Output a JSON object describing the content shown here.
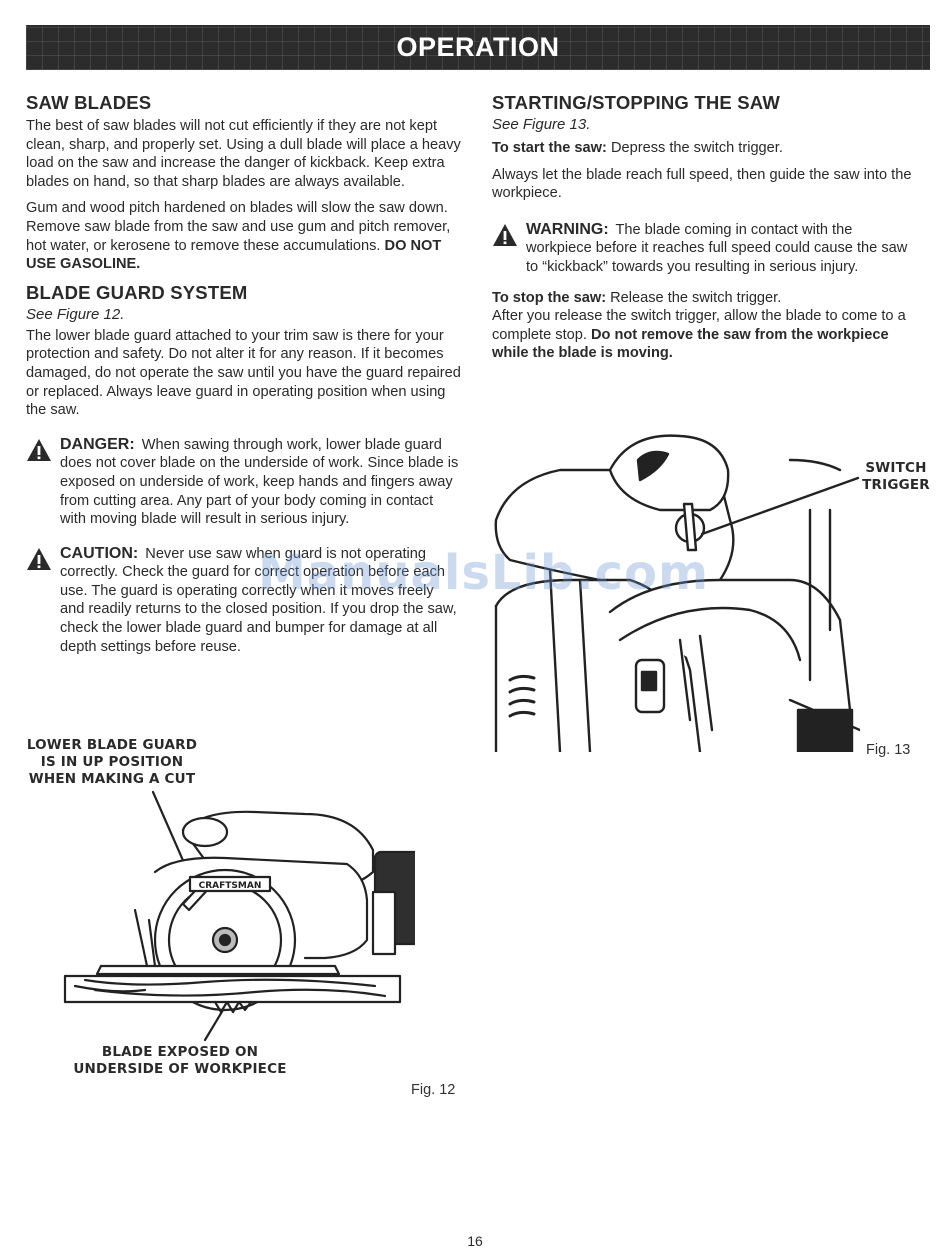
{
  "banner": {
    "title": "OPERATION"
  },
  "left": {
    "saw_blades": {
      "heading": "SAW BLADES",
      "p1": "The best of saw blades will not cut efficiently if they are not kept clean, sharp, and properly set. Using a dull blade will place a heavy load on the saw and increase the danger of kickback. Keep extra blades on hand, so that sharp blades are always available.",
      "p2_text": "Gum and wood pitch hardened on blades will slow the saw down. Remove saw blade from the saw and use gum and pitch remover, hot water, or kerosene to remove these accumulations. ",
      "p2_bold": "DO NOT USE GASOLINE."
    },
    "blade_guard": {
      "heading": "BLADE GUARD SYSTEM",
      "see": "See Figure 12.",
      "p1": "The lower blade guard attached to your trim saw is there for your protection and safety. Do not alter it for any reason. If it becomes damaged, do not operate the saw until you have the guard repaired or replaced. Always leave guard in operating position when using the saw.",
      "danger_head": "DANGER:",
      "danger_text": "When sawing through work, lower blade guard does not cover blade on the underside of work. Since blade is exposed on underside of work, keep hands and fingers away from cutting area. Any part of your body coming in contact with moving blade will result in serious injury.",
      "caution_head": "CAUTION:",
      "caution_text": "Never use saw when guard is not operating correctly. Check the guard for correct operation before each use. The guard is operating correctly when it moves freely and readily returns to the closed position. If you drop the saw, check the lower blade guard and bumper for damage at all depth settings before reuse."
    },
    "fig12": {
      "callout_top": [
        "LOWER BLADE GUARD",
        "IS IN UP POSITION",
        "WHEN MAKING A CUT"
      ],
      "callout_bottom": [
        "BLADE EXPOSED ON",
        "UNDERSIDE OF WORKPIECE"
      ],
      "brand_label": "CRAFTSMAN",
      "label": "Fig. 12"
    }
  },
  "right": {
    "heading": "STARTING/STOPPING THE SAW",
    "see": "See Figure 13.",
    "start_bold": "To start the saw:",
    "start_text": " Depress the switch trigger.",
    "p_full_speed": "Always let the blade reach full speed, then guide the saw into the workpiece.",
    "warning_head": "WARNING:",
    "warning_text": "The blade coming in contact with the workpiece before it reaches full speed could cause the saw to “kickback” towards you resulting in serious injury.",
    "stop_bold": "To stop the saw:",
    "stop_text": " Release the switch trigger.",
    "after_text": "After you release the switch trigger, allow the blade to come to a complete stop. ",
    "after_bold": "Do not remove the saw from the workpiece while the blade is moving.",
    "fig13": {
      "callout": [
        "SWITCH",
        "TRIGGER"
      ],
      "label": "Fig. 13"
    }
  },
  "watermark": "ManualsLib.com",
  "page_number": "16"
}
